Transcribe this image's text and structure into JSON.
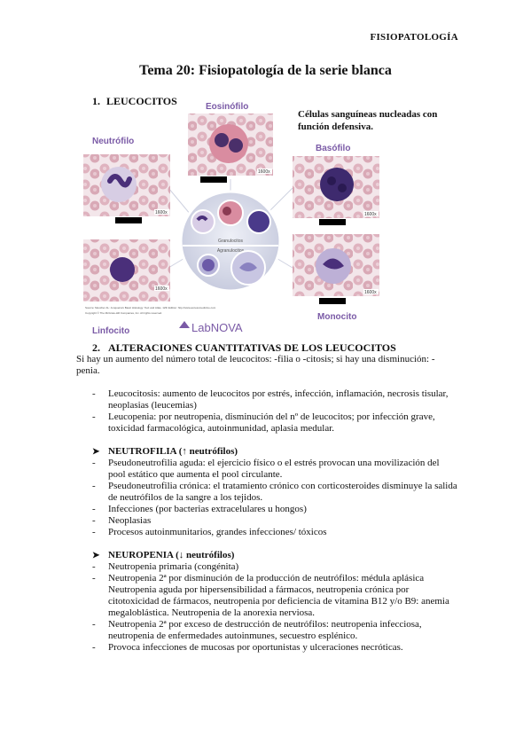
{
  "header": {
    "label": "FISIOPATOLOGÍA"
  },
  "doc": {
    "title": "Tema 20: Fisiopatología de la serie blanca"
  },
  "section1": {
    "num": "1.",
    "heading": "LEUCOCITOS",
    "definition": "Células sanguíneas nucleadas con función defensiva."
  },
  "figure": {
    "labels": {
      "neutrofilo": "Neutrófilo",
      "eosinofilo": "Eosinófilo",
      "basofilo": "Basófilo",
      "linfocito": "Linfocito",
      "monocito": "Monocito",
      "granulocitos": "Granulocitos",
      "agranulocitos": "Agranulocitos"
    },
    "magnification": "1600x",
    "source": "Source: Mescher AL: Junqueira's Basic Histology: Text and Atlas, 12th Edition: http://www.accessmedicine.com",
    "copyright": "Copyright © The McGraw-Hill Companies, Inc. All rights reserved.",
    "brand": "LabNOVA",
    "colors": {
      "brand": "#7a5aa6",
      "cells": "#e2b9c4",
      "nucleus": "#4a2f7a"
    }
  },
  "section2": {
    "num": "2.",
    "heading": "ALTERACIONES CUANTITATIVAS DE LOS LEUCOCITOS",
    "intro": "Si hay un aumento del número total de leucocitos: -filia o -citosis; si hay una disminución: -penia.",
    "items": [
      "Leucocitosis: aumento de leucocitos por estrés, infección, inflamación, necrosis tisular, neoplasias (leucemias)",
      "Leucopenia: por neutropenia, disminución del nº de leucocitos; por infección grave, toxicidad farmacológica, autoinmunidad, aplasia medular."
    ]
  },
  "neutrofilia": {
    "heading": "NEUTROFILIA (↑ neutrófilos)",
    "items": [
      "Pseudoneutrofilia aguda: el ejercicio físico o el estrés provocan una movilización del pool estático que aumenta el pool circulante.",
      "Pseudoneutrofilia crónica: el tratamiento crónico con corticosteroides disminuye la salida de neutrófilos de la sangre a los tejidos.",
      "Infecciones (por bacterias extracelulares u hongos)",
      "Neoplasias",
      "Procesos autoinmunitarios, grandes infecciones/ tóxicos"
    ]
  },
  "neuropenia": {
    "heading": "NEUROPENIA (↓ neutrófilos)",
    "items": [
      "Neutropenia primaria (congénita)",
      "Neutropenia 2ª por disminución de la producción de neutrófilos: médula aplásica Neutropenia aguda por hipersensibilidad a fármacos, neutropenia crónica por citotoxicidad de fármacos, neutropenia por deficiencia de vitamina B12 y/o B9: anemia megaloblástica. Neutropenia de la anorexia nerviosa.",
      "Neutropenia 2ª por exceso de destrucción de neutrófilos: neutropenia infecciosa, neutropenia de enfermedades autoinmunes, secuestro esplénico.",
      "Provoca infecciones de mucosas por oportunistas y ulceraciones necróticas."
    ]
  }
}
